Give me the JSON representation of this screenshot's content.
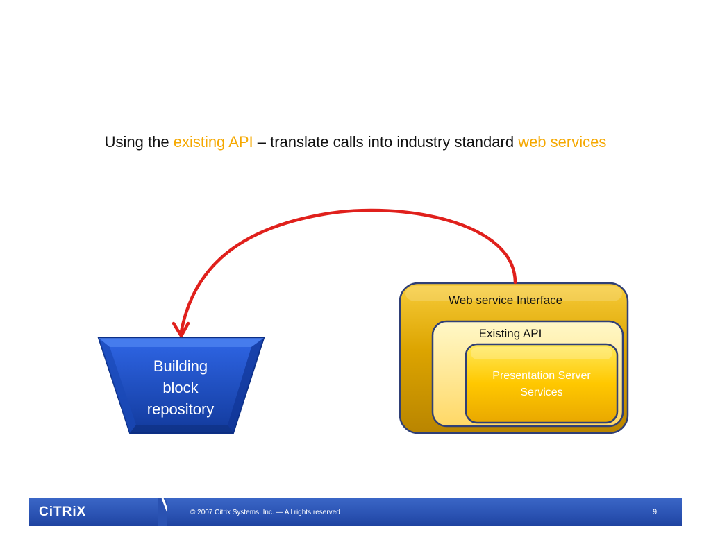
{
  "headline": {
    "part1": "Using the ",
    "highlight1": "existing API",
    "part2": " – translate calls into industry standard ",
    "highlight2": "web services"
  },
  "building_block": {
    "line1": "Building",
    "line2": "block",
    "line3": "repository"
  },
  "layers": {
    "outer_label": "Web service Interface",
    "middle_label": "Existing API",
    "inner_line1": "Presentation Server",
    "inner_line2": "Services"
  },
  "footer": {
    "logo": "CiTRiX",
    "copyright": "© 2007 Citrix Systems, Inc. — All rights reserved",
    "page_number": "9"
  },
  "colors": {
    "highlight": "#f5a800",
    "arrow": "#e0201c",
    "trapezoid": "#1f4fcf",
    "outer_box": "#d9a300",
    "middle_box": "#ffe488",
    "inner_box": "#ffc800",
    "footer": "#2a52b2"
  }
}
